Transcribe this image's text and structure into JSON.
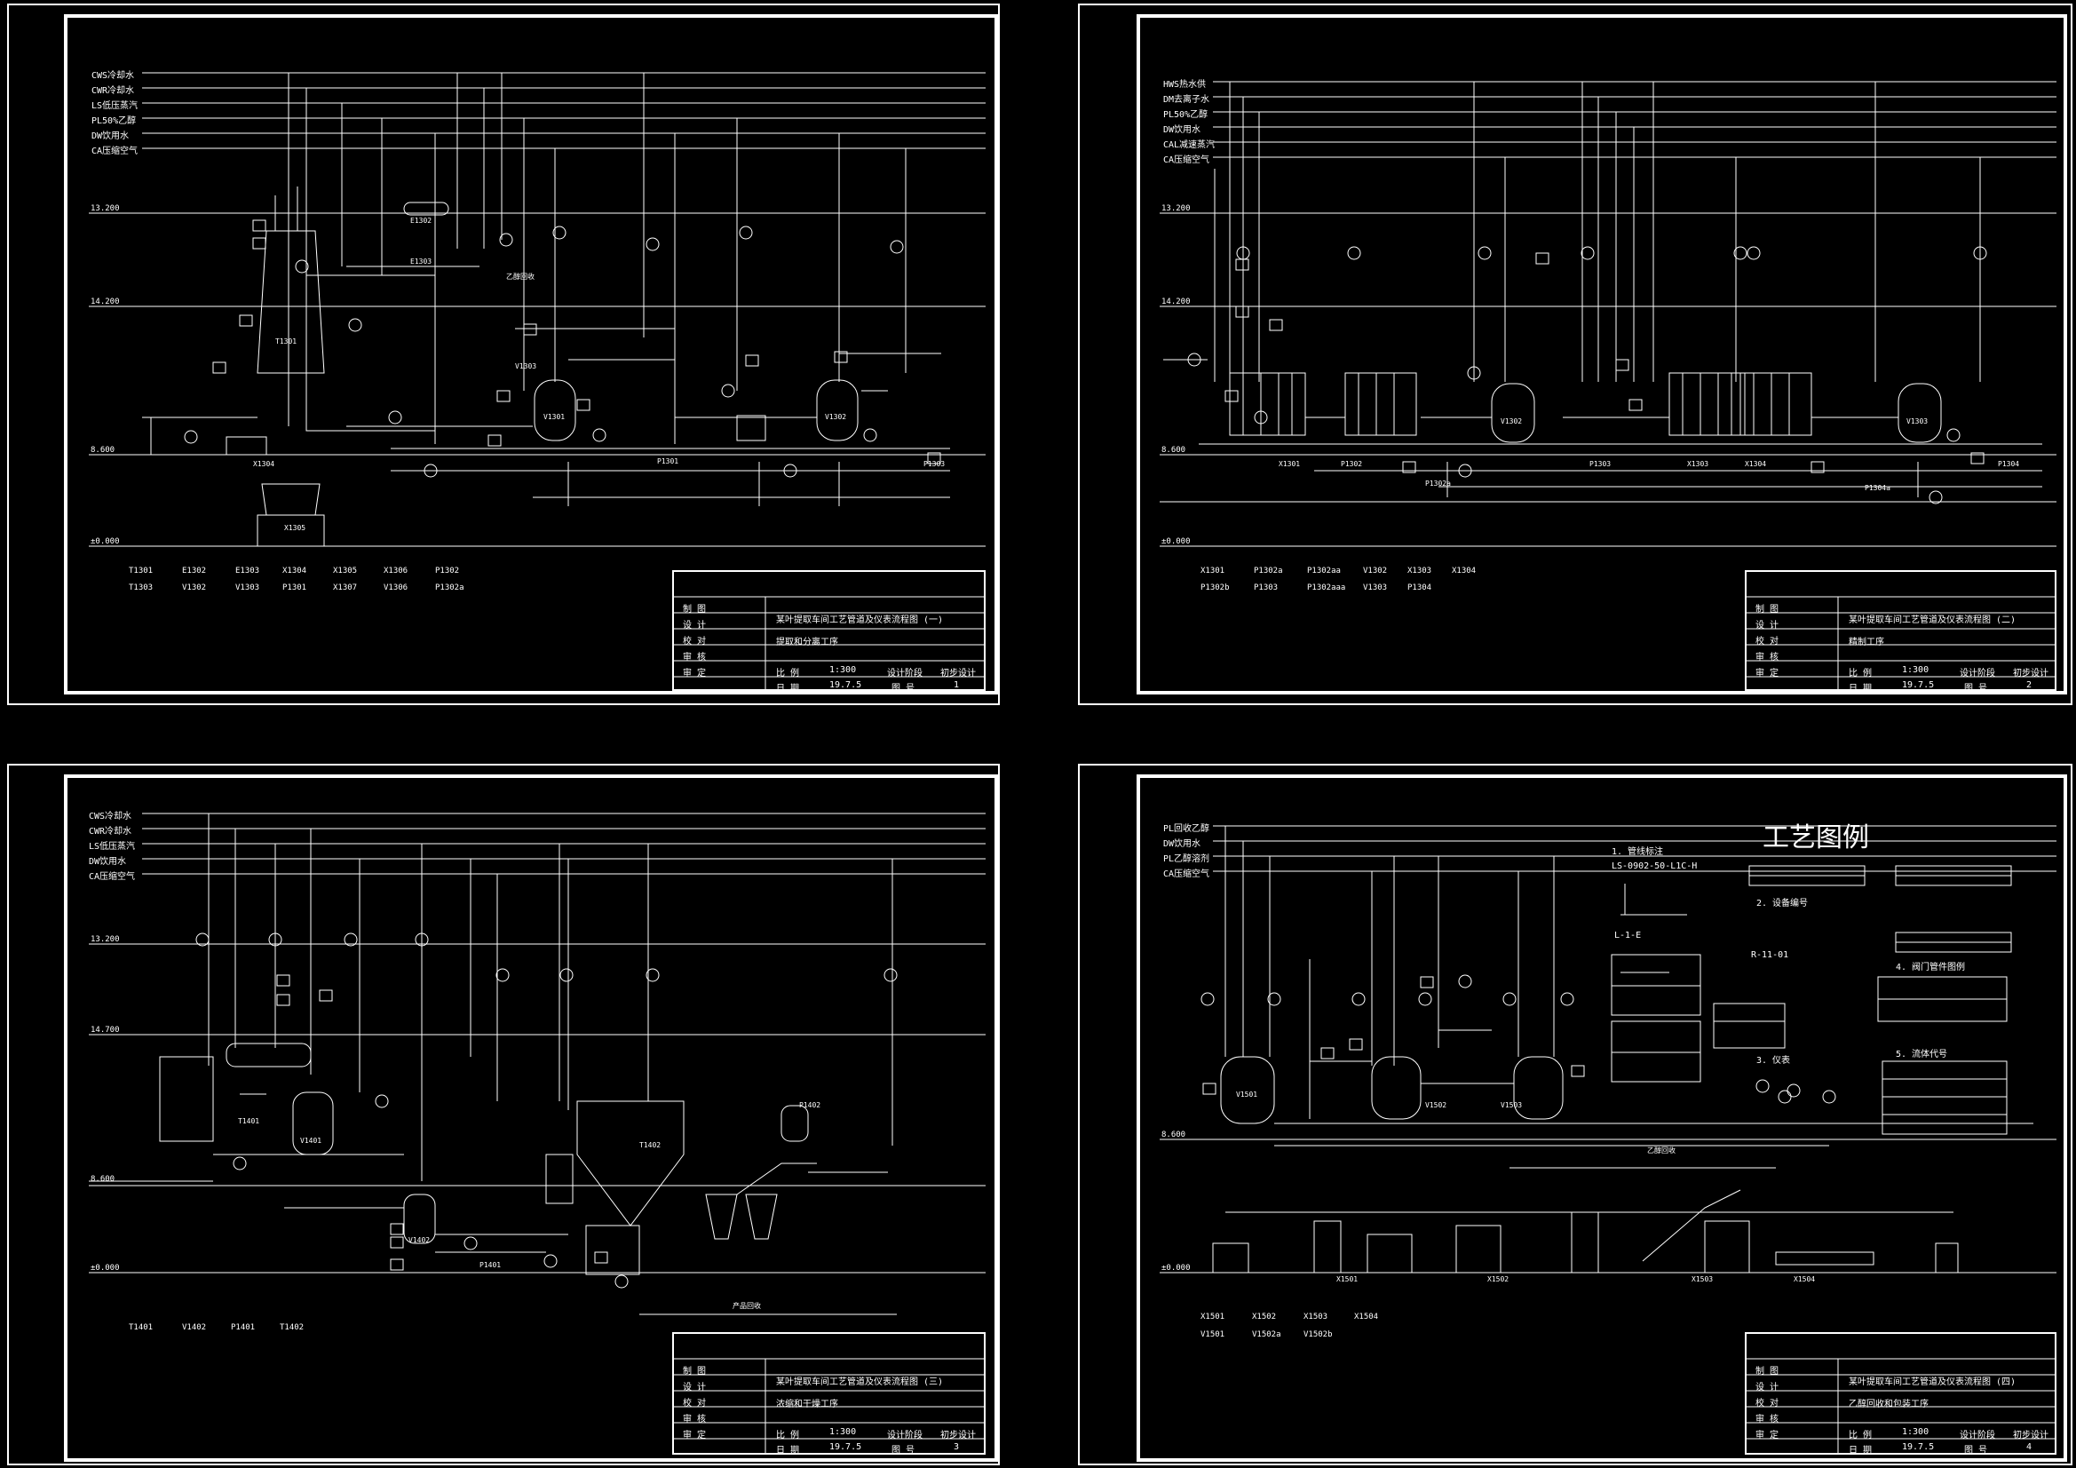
{
  "sheets": [
    {
      "utilities": [
        "CWS冷却水",
        "CWR冷却水",
        "LS低压蒸汽",
        "PL50%乙醇",
        "DW饮用水",
        "CA压缩空气"
      ],
      "levels": [
        "13.200",
        "14.200",
        "8.600",
        "±0.000"
      ],
      "equip": [
        "T1301",
        "E1302",
        "E1303",
        "V1301",
        "V1302",
        "P1301",
        "V1303",
        "X1304",
        "X1305",
        "P1303"
      ],
      "legend": [
        [
          "T1301",
          "E1302",
          "E1303",
          "X1304",
          "X1305",
          "X1306",
          "P1302"
        ],
        [
          "T1303",
          "V1302",
          "V1303",
          "P1301",
          "X1307",
          "V1306",
          "P1302a"
        ]
      ],
      "note": "乙醇回收",
      "tb": {
        "title1": "某叶提取车间工艺管道及仪表流程图 (一)",
        "title2": "提取和分离工序",
        "scale": "1:300",
        "date": "19.7.5",
        "no": "1",
        "lbl_draw": "制 图",
        "lbl_design": "设 计",
        "lbl_check": "校 对",
        "lbl_review": "审 核",
        "lbl_approve": "审 定",
        "lbl_scale": "比 例",
        "lbl_date": "日 期",
        "lbl_stage": "设计阶段",
        "stage": "初步设计",
        "lbl_no": "图 号"
      }
    },
    {
      "utilities": [
        "HWS热水供",
        "DM去离子水",
        "PL50%乙醇",
        "DW饮用水",
        "CAL减速蒸汽",
        "CA压缩空气"
      ],
      "levels": [
        "13.200",
        "14.200",
        "8.600",
        "±0.000"
      ],
      "equip": [
        "X1301",
        "P1302",
        "V1302",
        "P1302a",
        "X1303",
        "P1303",
        "X1304",
        "V1303",
        "P1304",
        "P1304a"
      ],
      "legend": [
        [
          "X1301",
          "P1302a",
          "P1302aa",
          "V1302",
          "X1303",
          "X1304"
        ],
        [
          "P1302b",
          "P1303",
          "P1302aaa",
          "V1303",
          "P1304"
        ]
      ],
      "tb": {
        "title1": "某叶提取车间工艺管道及仪表流程图 (二)",
        "title2": "精制工序",
        "scale": "1:300",
        "date": "19.7.5",
        "no": "2",
        "lbl_draw": "制 图",
        "lbl_design": "设 计",
        "lbl_check": "校 对",
        "lbl_review": "审 核",
        "lbl_approve": "审 定",
        "lbl_scale": "比 例",
        "lbl_date": "日 期",
        "lbl_stage": "设计阶段",
        "stage": "初步设计",
        "lbl_no": "图 号"
      }
    },
    {
      "utilities": [
        "CWS冷却水",
        "CWR冷却水",
        "LS低压蒸汽",
        "DW饮用水",
        "CA压缩空气"
      ],
      "levels": [
        "13.200",
        "14.700",
        "8.600",
        "±0.000"
      ],
      "equip": [
        "T1401",
        "T1402",
        "V1401",
        "V1402",
        "P1401",
        "P1402"
      ],
      "legend": [
        [
          "T1401",
          "V1402",
          "P1401",
          "T1402"
        ]
      ],
      "note": "产品回收",
      "tb": {
        "title1": "某叶提取车间工艺管道及仪表流程图 (三)",
        "title2": "浓缩和干燥工序",
        "scale": "1:300",
        "date": "19.7.5",
        "no": "3",
        "lbl_draw": "制 图",
        "lbl_design": "设 计",
        "lbl_check": "校 对",
        "lbl_review": "审 核",
        "lbl_approve": "审 定",
        "lbl_scale": "比 例",
        "lbl_date": "日 期",
        "lbl_stage": "设计阶段",
        "stage": "初步设计",
        "lbl_no": "图 号"
      }
    },
    {
      "utilities": [
        "PL回收乙醇",
        "DW饮用水",
        "PL乙醇溶剂",
        "CA压缩空气"
      ],
      "levels": [
        "8.600",
        "±0.000"
      ],
      "equip": [
        "V1501",
        "V1502",
        "V1503",
        "X1501",
        "X1502",
        "X1503",
        "X1504"
      ],
      "legend": [
        [
          "X1501",
          "X1502",
          "X1503",
          "X1504"
        ],
        [
          "V1501",
          "V1502a",
          "V1502b"
        ]
      ],
      "note": "乙醇回收",
      "legend_title": "工艺图例",
      "legend_sections": [
        "1. 管线标注",
        "2. 设备编号",
        "3. 仪表",
        "4. 阀门管件图例",
        "5. 流体代号"
      ],
      "legend_sample1": "LS-0902-50-L1C-H",
      "legend_sample2": "L-1-E",
      "legend_sample3": "R-11-01",
      "tb": {
        "title1": "某叶提取车间工艺管道及仪表流程图 (四)",
        "title2": "乙醇回收和包装工序",
        "scale": "1:300",
        "date": "19.7.5",
        "no": "4",
        "lbl_draw": "制 图",
        "lbl_design": "设 计",
        "lbl_check": "校 对",
        "lbl_review": "审 核",
        "lbl_approve": "审 定",
        "lbl_scale": "比 例",
        "lbl_date": "日 期",
        "lbl_stage": "设计阶段",
        "stage": "初步设计",
        "lbl_no": "图 号"
      }
    }
  ]
}
